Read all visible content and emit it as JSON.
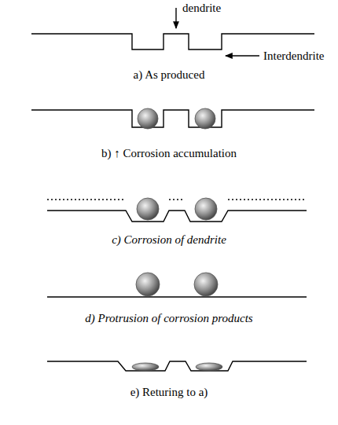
{
  "diagram": {
    "labels": [
      "dendrite",
      "Interdendrite",
      "a) As produced",
      "b) ↑ Corrosion accumulation",
      "c) Corrosion of dendrite",
      "d) Protrusion of corrosion products",
      "e) Returing to a)"
    ]
  }
}
